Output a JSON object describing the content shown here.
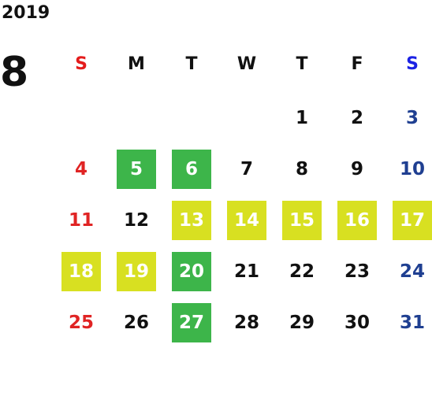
{
  "year": "2019",
  "month": "8",
  "weekdays": [
    {
      "label": "S",
      "kind": "sun"
    },
    {
      "label": "M",
      "kind": "weekday"
    },
    {
      "label": "T",
      "kind": "weekday"
    },
    {
      "label": "W",
      "kind": "weekday"
    },
    {
      "label": "T",
      "kind": "weekday"
    },
    {
      "label": "F",
      "kind": "weekday"
    },
    {
      "label": "S",
      "kind": "sat"
    }
  ],
  "colors": {
    "sunday": "#e02424",
    "saturday": "#1f3f91",
    "highlight_green": "#3db54a",
    "highlight_yellow": "#d8e021",
    "text": "#111111"
  },
  "weeks": [
    [
      {
        "day": "",
        "highlight": ""
      },
      {
        "day": "",
        "highlight": ""
      },
      {
        "day": "",
        "highlight": ""
      },
      {
        "day": "",
        "highlight": ""
      },
      {
        "day": "1",
        "highlight": ""
      },
      {
        "day": "2",
        "highlight": ""
      },
      {
        "day": "3",
        "highlight": ""
      }
    ],
    [
      {
        "day": "4",
        "highlight": ""
      },
      {
        "day": "5",
        "highlight": "green"
      },
      {
        "day": "6",
        "highlight": "green"
      },
      {
        "day": "7",
        "highlight": ""
      },
      {
        "day": "8",
        "highlight": ""
      },
      {
        "day": "9",
        "highlight": ""
      },
      {
        "day": "10",
        "highlight": ""
      }
    ],
    [
      {
        "day": "11",
        "highlight": ""
      },
      {
        "day": "12",
        "highlight": ""
      },
      {
        "day": "13",
        "highlight": "yellow"
      },
      {
        "day": "14",
        "highlight": "yellow"
      },
      {
        "day": "15",
        "highlight": "yellow"
      },
      {
        "day": "16",
        "highlight": "yellow"
      },
      {
        "day": "17",
        "highlight": "yellow"
      }
    ],
    [
      {
        "day": "18",
        "highlight": "yellow"
      },
      {
        "day": "19",
        "highlight": "yellow"
      },
      {
        "day": "20",
        "highlight": "green"
      },
      {
        "day": "21",
        "highlight": ""
      },
      {
        "day": "22",
        "highlight": ""
      },
      {
        "day": "23",
        "highlight": ""
      },
      {
        "day": "24",
        "highlight": ""
      }
    ],
    [
      {
        "day": "25",
        "highlight": ""
      },
      {
        "day": "26",
        "highlight": ""
      },
      {
        "day": "27",
        "highlight": "green"
      },
      {
        "day": "28",
        "highlight": ""
      },
      {
        "day": "29",
        "highlight": ""
      },
      {
        "day": "30",
        "highlight": ""
      },
      {
        "day": "31",
        "highlight": ""
      }
    ]
  ]
}
